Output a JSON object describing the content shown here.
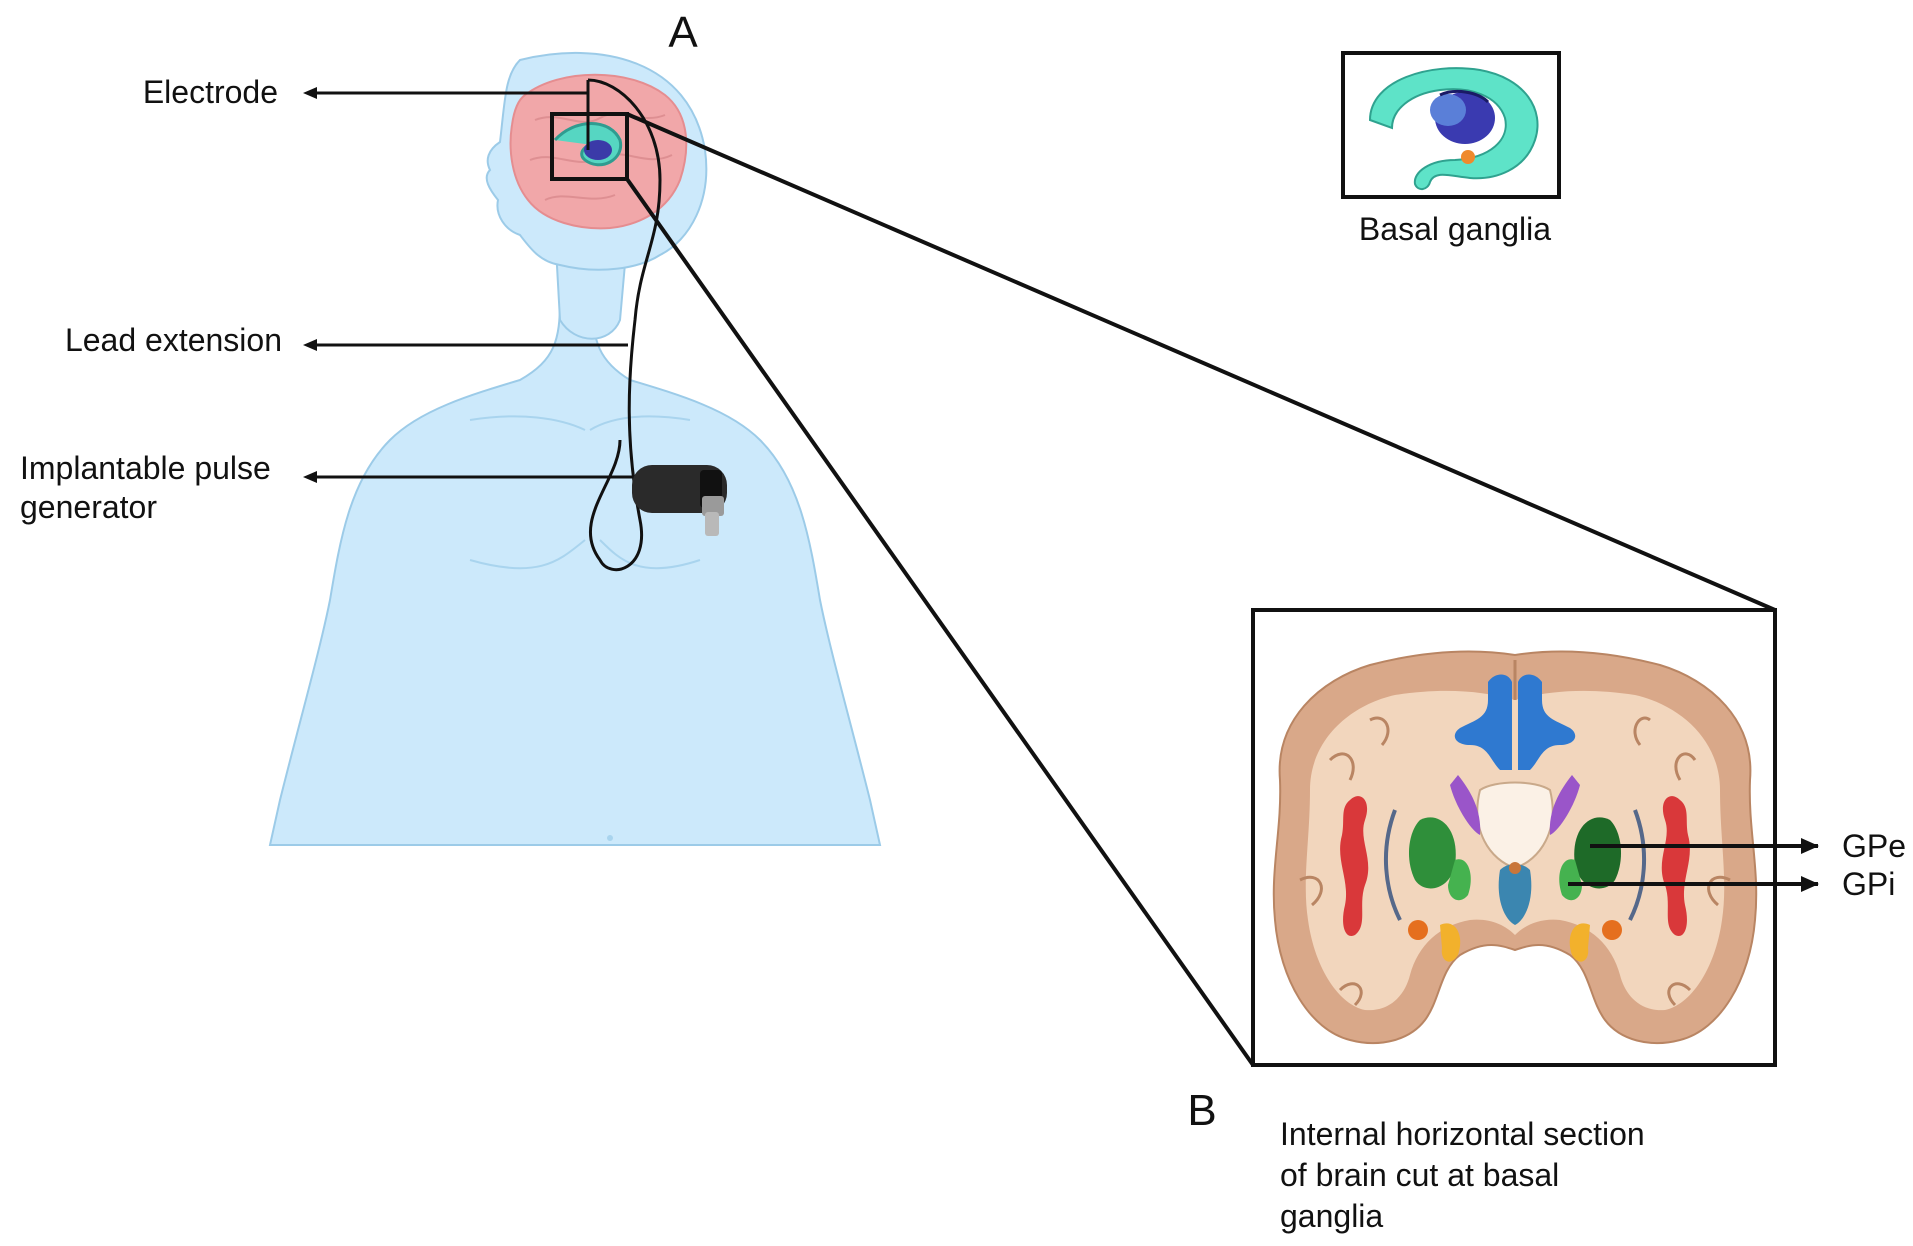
{
  "panel_a": {
    "letter": "A",
    "labels": {
      "electrode": "Electrode",
      "lead_extension": "Lead extension",
      "ipg_line1": "Implantable pulse",
      "ipg_line2": "generator"
    },
    "inset_caption": "Basal ganglia"
  },
  "panel_b": {
    "letter": "B",
    "caption_lines": [
      "Internal horizontal section",
      "of brain cut at basal",
      "ganglia"
    ],
    "labels": {
      "gpe": "GPe",
      "gpi": "GPi"
    }
  },
  "colors": {
    "body": "#cce9fb",
    "body_outline": "#9ccbe8",
    "brain_pink": "#f1a7a9",
    "cortex": "#d9a889",
    "white_matter": "#f2d6bd",
    "ventricle": "#2f79d0",
    "globus_pallidus": "#2f8f3a",
    "putamen_red": "#d9383a"
  }
}
